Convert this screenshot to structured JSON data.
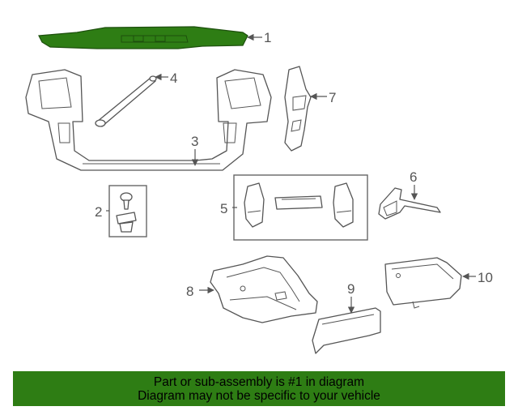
{
  "callouts": {
    "c1": "1",
    "c2": "2",
    "c3": "3",
    "c4": "4",
    "c5": "5",
    "c6": "6",
    "c7": "7",
    "c8": "8",
    "c9": "9",
    "c10": "10"
  },
  "highlighted_part": "1",
  "colors": {
    "highlight": "#2e7d14",
    "line": "#555555",
    "banner": "#2e7d14"
  },
  "banner": {
    "line1": "Part or sub-assembly is #1 in diagram",
    "line2": "Diagram may not be specific to your vehicle"
  }
}
